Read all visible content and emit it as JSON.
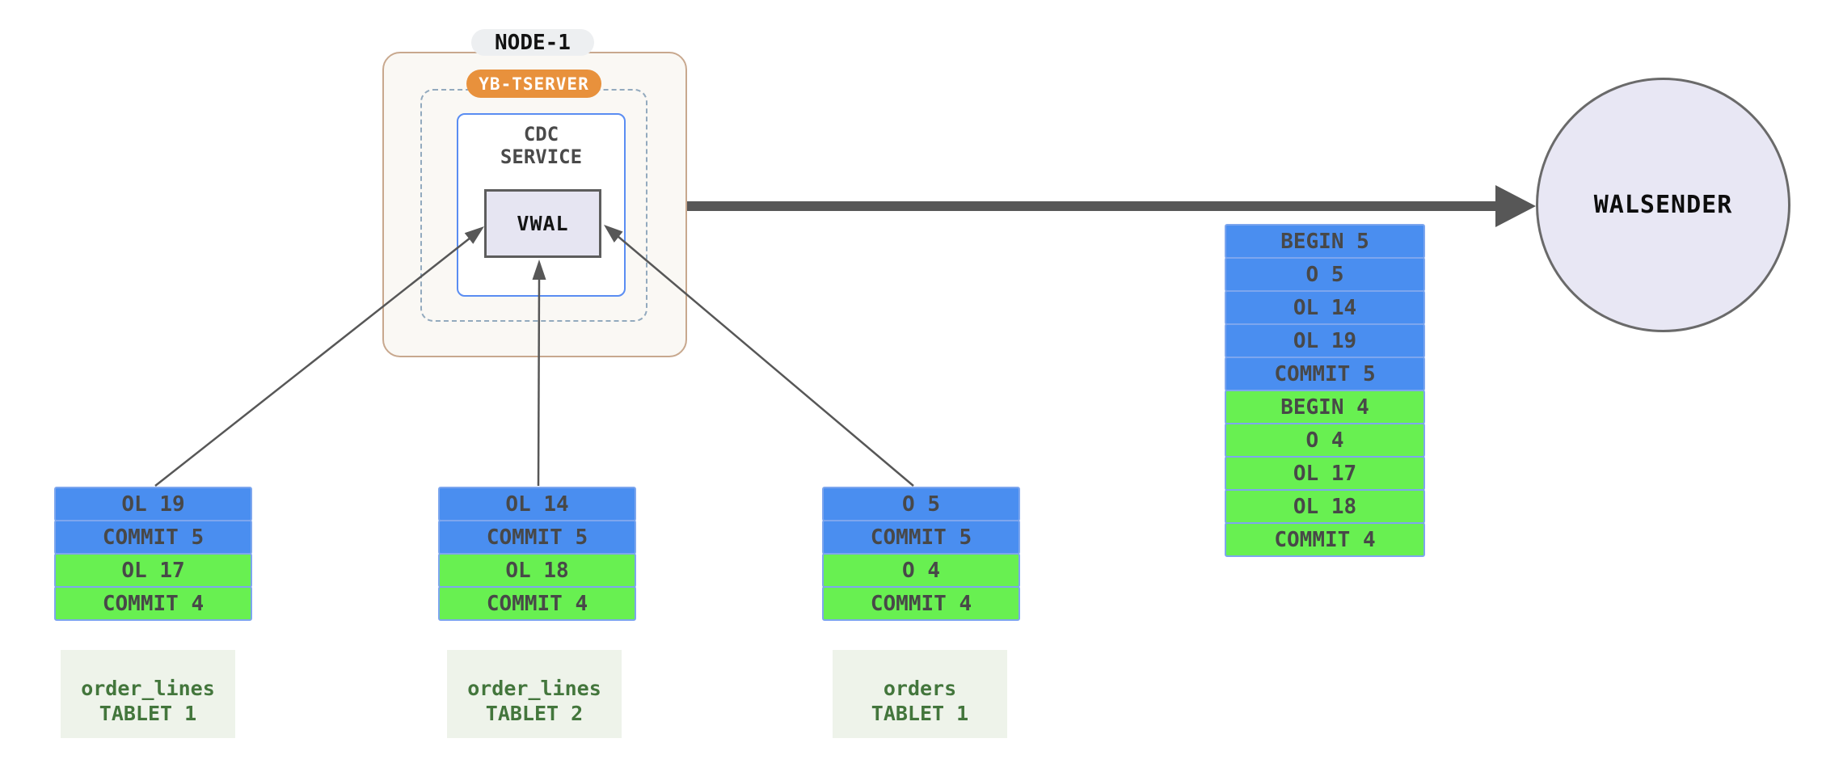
{
  "node": {
    "title": "NODE-1",
    "tserver_badge": "YB-TSERVER",
    "cdc_service_line1": "CDC",
    "cdc_service_line2": "SERVICE",
    "vwal_label": "VWAL"
  },
  "walsender": {
    "label": "WALSENDER"
  },
  "output_stream": {
    "rows": [
      {
        "label": "BEGIN 5",
        "color": "blue"
      },
      {
        "label": "O 5",
        "color": "blue"
      },
      {
        "label": "OL 14",
        "color": "blue"
      },
      {
        "label": "OL 19",
        "color": "blue"
      },
      {
        "label": "COMMIT 5",
        "color": "blue"
      },
      {
        "label": "BEGIN 4",
        "color": "green"
      },
      {
        "label": "O 4",
        "color": "green"
      },
      {
        "label": "OL 17",
        "color": "green"
      },
      {
        "label": "OL 18",
        "color": "green"
      },
      {
        "label": "COMMIT 4",
        "color": "green"
      }
    ]
  },
  "tablets": [
    {
      "rows": [
        {
          "label": "OL 19",
          "color": "blue"
        },
        {
          "label": "COMMIT 5",
          "color": "blue"
        },
        {
          "label": "OL 17",
          "color": "green"
        },
        {
          "label": "COMMIT 4",
          "color": "green"
        }
      ],
      "label_line1": "order_lines",
      "label_line2": "TABLET 1"
    },
    {
      "rows": [
        {
          "label": "OL 14",
          "color": "blue"
        },
        {
          "label": "COMMIT 5",
          "color": "blue"
        },
        {
          "label": "OL 18",
          "color": "green"
        },
        {
          "label": "COMMIT 4",
          "color": "green"
        }
      ],
      "label_line1": "order_lines",
      "label_line2": "TABLET 2"
    },
    {
      "rows": [
        {
          "label": "O 5",
          "color": "blue"
        },
        {
          "label": "COMMIT 5",
          "color": "blue"
        },
        {
          "label": "O 4",
          "color": "green"
        },
        {
          "label": "COMMIT 4",
          "color": "green"
        }
      ],
      "label_line1": "orders",
      "label_line2": "TABLET 1"
    }
  ],
  "colors": {
    "record_blue": "#4a8ef0",
    "record_green": "#68f051",
    "record_border": "#7da6ee",
    "record_text": "#484848",
    "tablet_label_bg": "#eef3ea",
    "tablet_label_text": "#43763c",
    "arrow_gray": "#575757",
    "node_border": "#c8a88e",
    "node_bg": "#faf8f4",
    "node_title_bg": "#edeff1",
    "tserver_badge_bg": "#e8913c",
    "dashed_border": "#93aabe",
    "cdc_border": "#5a8df2",
    "vwal_bg": "#e6e5f2",
    "vwal_border": "#5d5d5d",
    "walsender_bg": "#e8e7f4",
    "walsender_border": "#6a6a6a"
  }
}
